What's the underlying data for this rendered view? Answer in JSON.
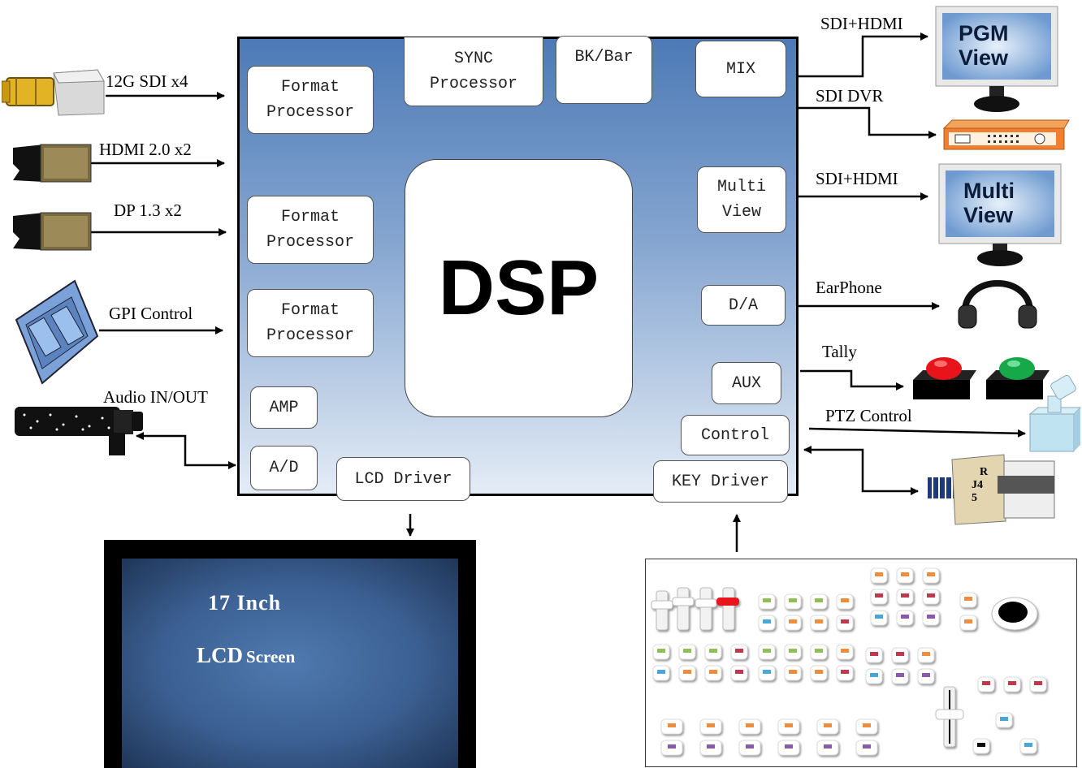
{
  "inputs": {
    "sdi": "12G SDI x4",
    "hdmi": "HDMI 2.0 x2",
    "dp": "DP 1.3 x2",
    "gpi": "GPI Control",
    "audio": "Audio IN/OUT"
  },
  "modules": {
    "format_1": [
      "Format",
      "Processor"
    ],
    "format_2": [
      "Format",
      "Processor"
    ],
    "format_3": [
      "Format",
      "Processor"
    ],
    "sync": [
      "SYNC",
      "Processor"
    ],
    "bkbar": "BK/Bar",
    "mix": "MIX",
    "multiview": [
      "Multi",
      "View"
    ],
    "da": "D/A",
    "aux": "AUX",
    "control": "Control",
    "key_driver": "KEY Driver",
    "lcd_driver": "LCD Driver",
    "amp": "AMP",
    "ad": "A/D",
    "dsp": "DSP"
  },
  "outputs": {
    "pgm_link": "SDI+HDMI",
    "dvr_link": "SDI DVR",
    "mv_link": "SDI+HDMI",
    "earphone": "EarPhone",
    "tally": "Tally",
    "ptz": "PTZ Control",
    "pgm_monitor": [
      "PGM",
      "View"
    ],
    "mv_monitor": [
      "Multi",
      "View"
    ],
    "rj45": [
      "R",
      "J4",
      "5"
    ]
  },
  "lcd": {
    "line1": "17 Inch",
    "line2_a": "LCD",
    "line2_b": "Screen"
  },
  "colors": {
    "board_top": "#4d7ab6",
    "board_bottom": "#e4ecf6",
    "tally_red": "#e8141c",
    "tally_green": "#17a84a",
    "lcd_blue": "#3b5f91"
  }
}
